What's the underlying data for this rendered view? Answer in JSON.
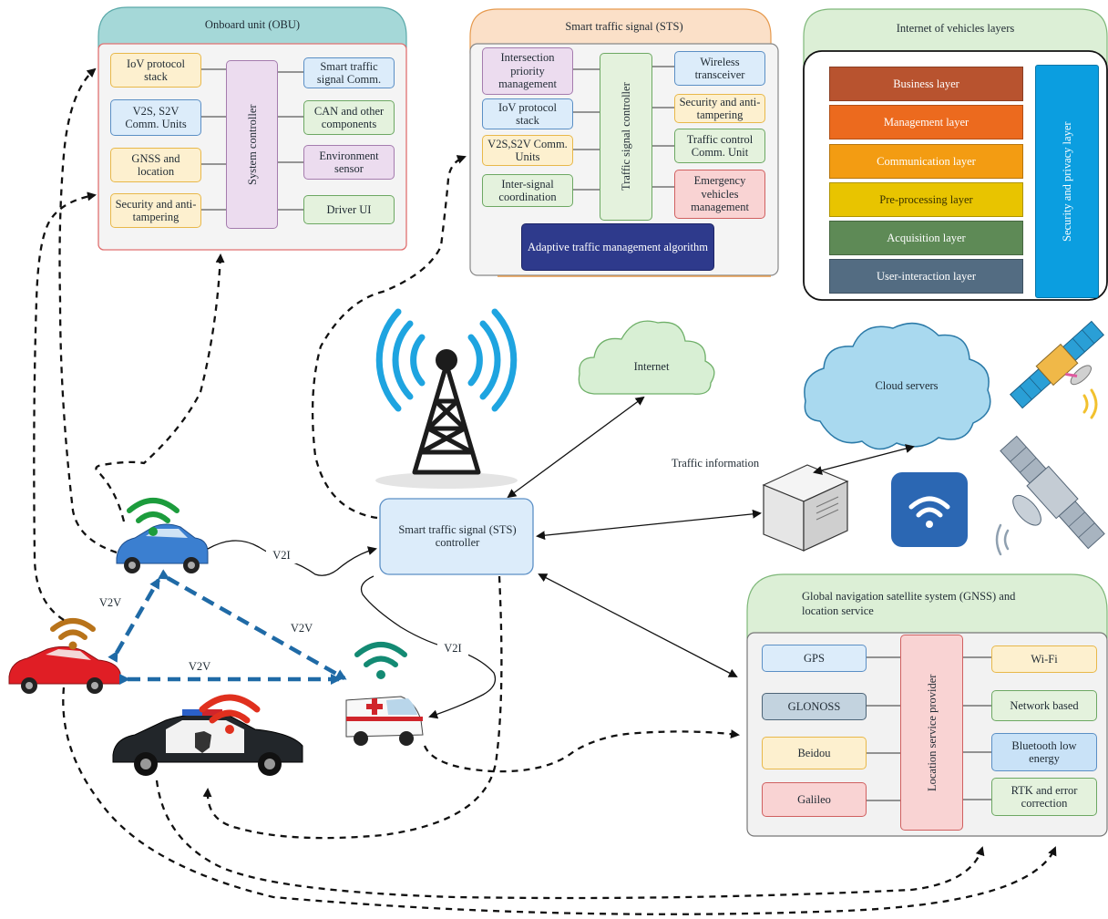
{
  "obu": {
    "title": "Onboard unit (OBU)",
    "left": [
      "IoV protocol stack",
      "V2S, S2V Comm. Units",
      "GNSS and location",
      "Security and anti-tampering"
    ],
    "controller": "System controller",
    "right": [
      "Smart traffic signal Comm.",
      "CAN and other components",
      "Environment sensor",
      "Driver UI"
    ]
  },
  "sts": {
    "title": "Smart traffic signal (STS)",
    "left": [
      "Intersection priority management",
      "IoV protocol stack",
      "V2S,S2V Comm. Units",
      "Inter-signal coordination"
    ],
    "controller": "Traffic signal controller",
    "right": [
      "Wireless transceiver",
      "Security and anti-tampering",
      "Traffic control Comm. Unit",
      "Emergency vehicles management"
    ],
    "algorithm": "Adaptive traffic management algorithm"
  },
  "iov": {
    "title": "Internet of vehicles layers",
    "layers": [
      "Business layer",
      "Management layer",
      "Communication layer",
      "Pre-processing layer",
      "Acquisition layer",
      "User-interaction layer"
    ],
    "side": "Security and privacy layer"
  },
  "gnss": {
    "title": "Global navigation satellite system (GNSS) and location service",
    "left": [
      "GPS",
      "GLONOSS",
      "Beidou",
      "Galileo"
    ],
    "center": "Location service provider",
    "right": [
      "Wi-Fi",
      "Network based",
      "Bluetooth low energy",
      "RTK and error correction"
    ]
  },
  "center": {
    "internet": "Internet",
    "cloud": "Cloud servers",
    "traffic_info": "Traffic information",
    "sts_controller": "Smart traffic signal (STS) controller"
  },
  "links": {
    "v2i_1": "V2I",
    "v2i_2": "V2I",
    "v2v_1": "V2V",
    "v2v_2": "V2V",
    "v2v_3": "V2V"
  },
  "colors": {
    "business": "#b8532f",
    "management": "#ec6a1e",
    "communication": "#f39c12",
    "preprocessing": "#e8c400",
    "acquisition": "#5e8a56",
    "userinteraction": "#536c82",
    "security": "#0b9ee0",
    "algorithm": "#2e3a8c",
    "v2v_arrow": "#1f6aa6"
  }
}
